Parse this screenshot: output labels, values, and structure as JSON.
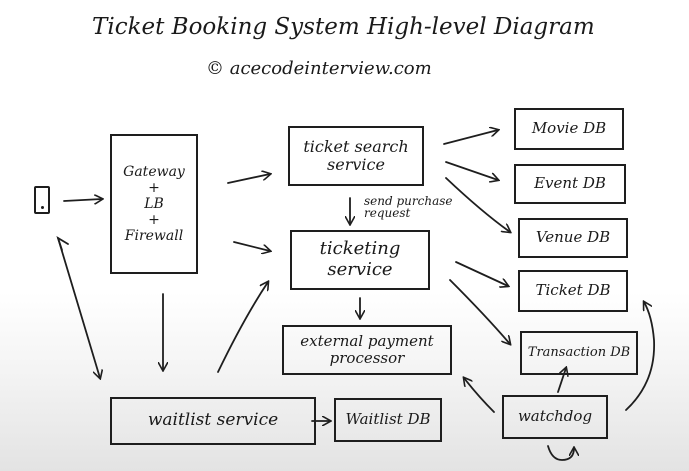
{
  "title": "Ticket Booking System High-level Diagram",
  "subtitle": "© acecodeinterview.com",
  "nodes": {
    "client": "",
    "gateway": "Gateway\n+\nLB\n+\nFirewall",
    "ticket_search": "ticket search\nservice",
    "ticketing": "ticketing\nservice",
    "payment": "external payment\nprocessor",
    "waitlist_service": "waitlist service",
    "waitlist_db": "Waitlist DB",
    "movie_db": "Movie DB",
    "event_db": "Event DB",
    "venue_db": "Venue DB",
    "ticket_db": "Ticket DB",
    "transaction_db": "Transaction DB",
    "watchdog": "watchdog"
  },
  "annotations": {
    "send_purchase": "send purchase\nrequest"
  },
  "edges": [
    {
      "from": "client",
      "to": "gateway"
    },
    {
      "from": "gateway",
      "to": "ticket_search"
    },
    {
      "from": "gateway",
      "to": "ticketing"
    },
    {
      "from": "gateway",
      "to": "waitlist_service"
    },
    {
      "from": "client",
      "to": "waitlist_service",
      "bidirectional": true
    },
    {
      "from": "waitlist_service",
      "to": "ticketing"
    },
    {
      "from": "waitlist_service",
      "to": "waitlist_db"
    },
    {
      "from": "ticket_search",
      "to": "ticketing",
      "label": "send purchase request"
    },
    {
      "from": "ticket_search",
      "to": "movie_db"
    },
    {
      "from": "ticket_search",
      "to": "event_db"
    },
    {
      "from": "ticket_search",
      "to": "venue_db"
    },
    {
      "from": "ticketing",
      "to": "payment"
    },
    {
      "from": "ticketing",
      "to": "ticket_db"
    },
    {
      "from": "ticketing",
      "to": "transaction_db"
    },
    {
      "from": "watchdog",
      "to": "transaction_db"
    },
    {
      "from": "watchdog",
      "to": "ticket_db"
    },
    {
      "from": "watchdog",
      "to": "payment"
    },
    {
      "from": "watchdog",
      "to": "watchdog",
      "self_loop": true
    }
  ],
  "colors": {
    "ink": "#1e1e1e",
    "background": "#ffffff"
  }
}
